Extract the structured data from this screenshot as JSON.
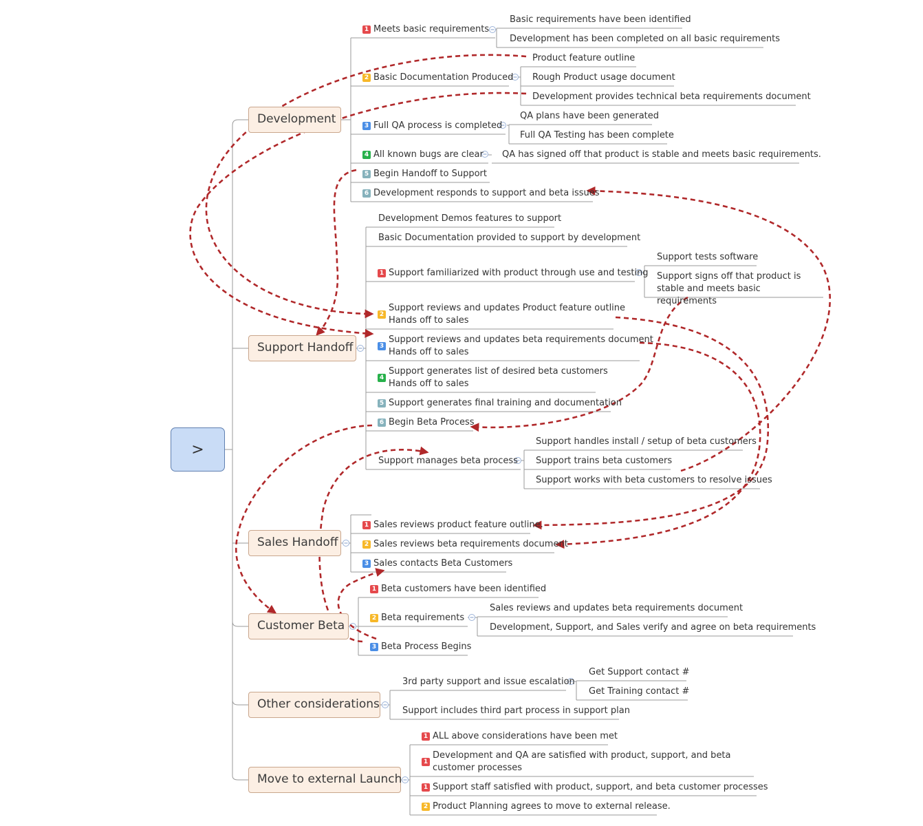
{
  "root": {
    "label": ">"
  },
  "colors": {
    "link": "#b0282a",
    "badge_red": "#e5494c",
    "badge_yellow": "#f7b829",
    "badge_blue": "#4a8ee6",
    "badge_green": "#27b14b",
    "badge_teal": "#86b2bc"
  },
  "branches": {
    "development": "Development",
    "support_handoff": "Support Handoff",
    "sales_handoff": "Sales Handoff",
    "customer_beta": "Customer Beta",
    "other": "Other considerations",
    "launch": "Move to external Launch"
  },
  "development": {
    "t1": "Meets basic requirements",
    "t1_a": "Basic requirements have been identified",
    "t1_b": "Development has been completed on all basic requirements",
    "t2_pre": "Product feature outline",
    "t2": "Basic Documentation Produced",
    "t2_a": "Rough Product usage document",
    "t2_b": "Development provides technical beta requirements document",
    "t3": "Full QA process is completed",
    "t3_a": "QA plans have been generated",
    "t3_b": "Full QA Testing has been complete",
    "t4": "All known bugs are clear",
    "t4_a": "QA has signed off that product is stable and meets basic requirements.",
    "t5": "Begin Handoff to Support",
    "t6": "Development responds to support and beta issues"
  },
  "support": {
    "demos": "Development Demos features to support",
    "basic_doc": "Basic Documentation provided to support by development",
    "t1": "Support familiarized with product through use and testing",
    "t1_a": "Support tests software",
    "t1_b": "Support signs off that product is stable and meets basic requirements",
    "t2": "Support reviews and updates Product feature outline",
    "t2_line2": "Hands off to sales",
    "t3": "Support reviews and updates beta requirements document",
    "t3_line2": "Hands off to sales",
    "t4": "Support generates list of desired beta customers",
    "t4_line2": "Hands off to sales",
    "t5": "Support generates final training and documentation",
    "t6": "Begin Beta Process",
    "manage": "Support manages beta process",
    "manage_a": "Support handles install / setup of beta customers",
    "manage_b": "Support trains beta customers",
    "manage_c": "Support works with beta customers to resolve issues"
  },
  "sales": {
    "t1": "Sales reviews product feature outline.",
    "t2": "Sales reviews beta requirements document",
    "t3": "Sales contacts Beta Customers"
  },
  "beta": {
    "t1": "Beta customers have been identified",
    "t2": "Beta requirements",
    "t2_a": "Sales reviews and updates beta requirements document",
    "t2_b": "Development, Support, and Sales verify and agree on beta requirements",
    "t3": "Beta Process Begins"
  },
  "other": {
    "escalation": "3rd party support and issue escalation",
    "escalation_a": "Get Support contact #",
    "escalation_b": "Get Training contact #",
    "plan": "Support includes third part process in support plan"
  },
  "launch": {
    "t1": "ALL above considerations have been met",
    "t2": "Development and QA are satisfied with product, support, and beta customer processes",
    "t3": "Support staff satisfied with product, support, and beta customer processes",
    "t4": "Product Planning agrees to move to external release."
  },
  "badges": {
    "one": "1",
    "two": "2",
    "three": "3",
    "four": "4",
    "five": "5",
    "six": "6"
  }
}
